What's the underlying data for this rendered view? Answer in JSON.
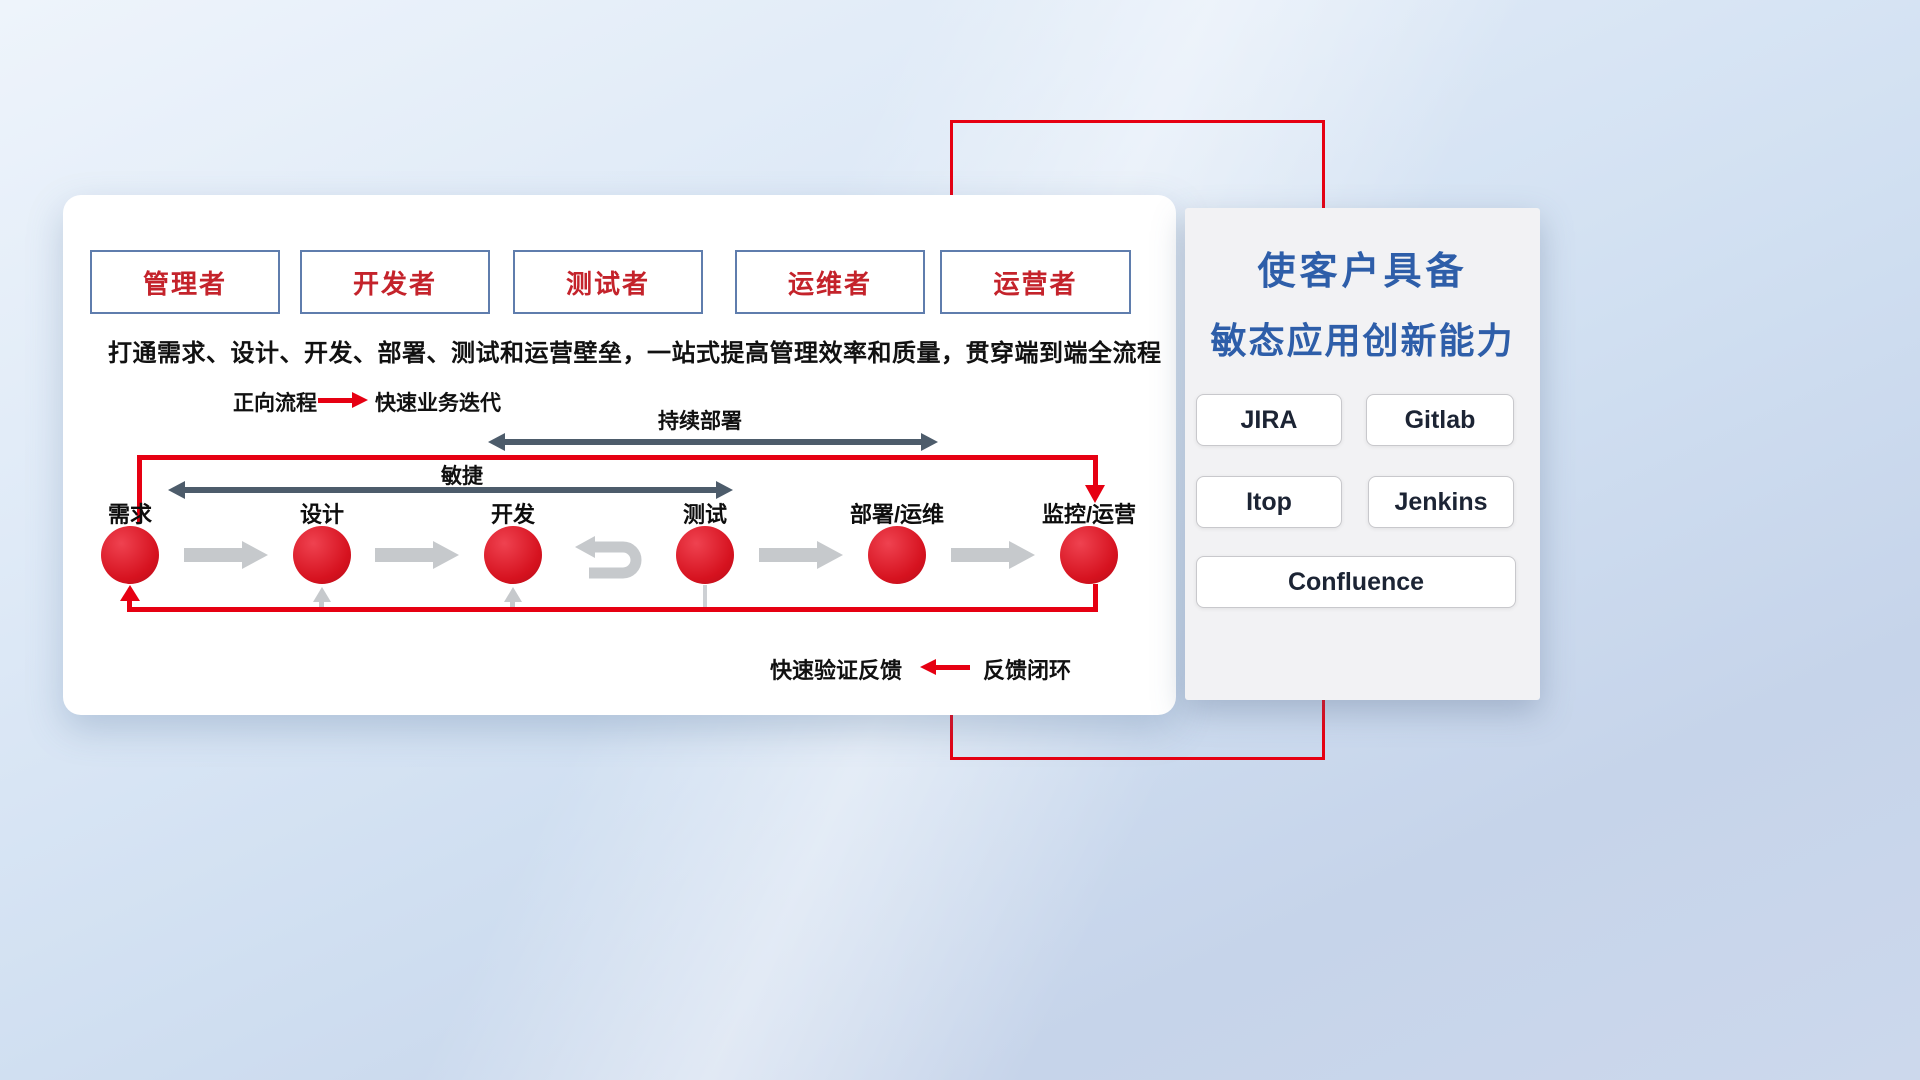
{
  "roles": [
    "管理者",
    "开发者",
    "测试者",
    "运维者",
    "运营者"
  ],
  "subtitle": "打通需求、设计、开发、部署、测试和运营壁垒，一站式提高管理效率和质量，贯穿端到端全流程",
  "legend_forward": {
    "label": "正向流程",
    "value": "快速业务迭代"
  },
  "legend_feedback": {
    "label": "快速验证反馈",
    "value": "反馈闭环"
  },
  "flow": {
    "stages": [
      "需求",
      "设计",
      "开发",
      "测试",
      "部署/运维",
      "监控/运营"
    ],
    "agile_label": "敏捷",
    "cd_label": "持续部署"
  },
  "right_panel": {
    "title_line1": "使客户具备",
    "title_line2": "敏态应用创新能力",
    "tools": [
      "JIRA",
      "Gitlab",
      "Itop",
      "Jenkins",
      "Confluence"
    ]
  },
  "colors": {
    "red": "#e60012",
    "role_text": "#c4232b",
    "blue_title": "#2e5ea9",
    "dark_arrow": "#4d5c6b",
    "light_arrow": "#c6c9cc"
  }
}
